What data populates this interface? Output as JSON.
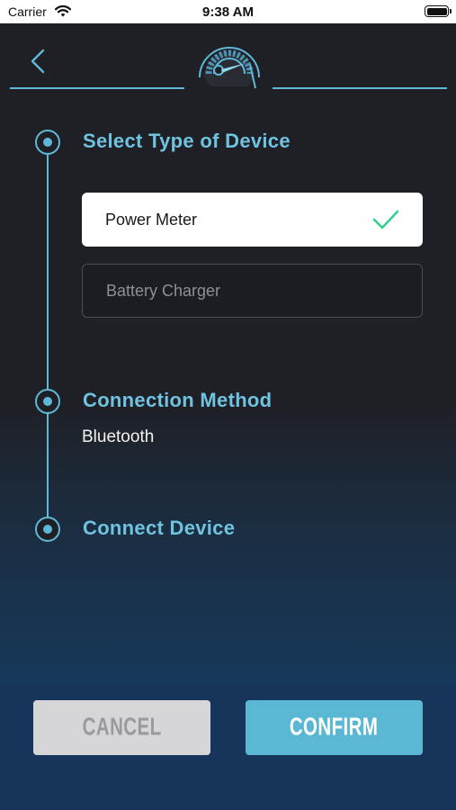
{
  "status_bar": {
    "carrier": "Carrier",
    "time": "9:38 AM"
  },
  "header": {
    "back_icon": "chevron-left-icon",
    "logo_icon": "speedometer-icon"
  },
  "steps": [
    {
      "title": "Select Type of Device"
    },
    {
      "title": "Connection Method",
      "value": "Bluetooth"
    },
    {
      "title": "Connect Device"
    }
  ],
  "device_options": [
    {
      "label": "Power Meter",
      "selected": true
    },
    {
      "label": "Battery Charger",
      "selected": false
    }
  ],
  "buttons": {
    "cancel": "CANCEL",
    "confirm": "CONFIRM"
  },
  "colors": {
    "accent": "#5fb8d8",
    "check": "#2fd08a",
    "background": "#1f2026",
    "footer": "#17345a"
  }
}
